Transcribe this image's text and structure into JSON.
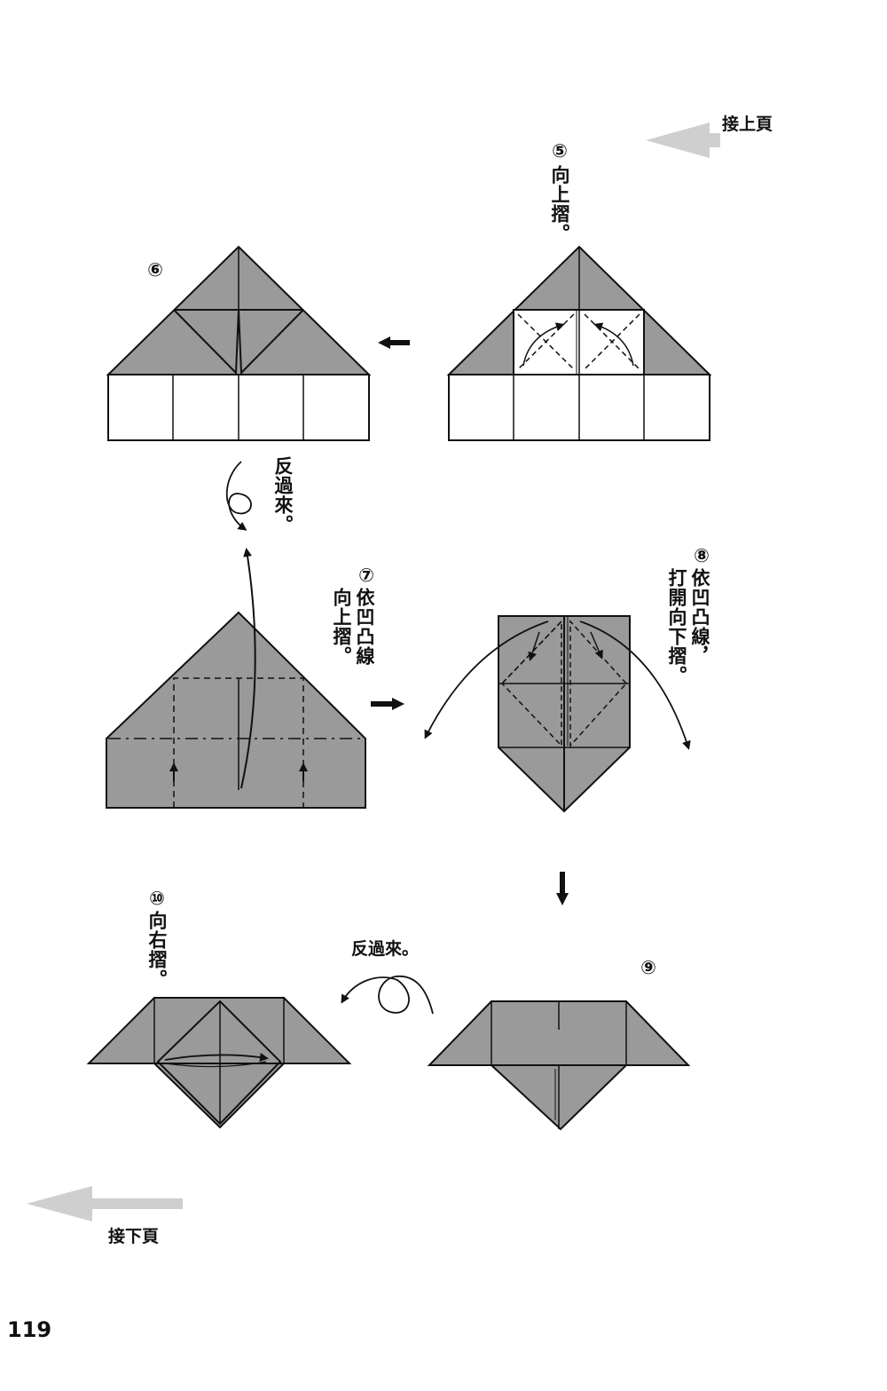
{
  "nav": {
    "prev_page": "接上頁",
    "next_page": "接下頁"
  },
  "page_number": "119",
  "steps": {
    "s5": {
      "num": "⑤",
      "text": "向上摺。"
    },
    "s6": {
      "num": "⑥"
    },
    "flip1": {
      "text": "反過來。"
    },
    "s7": {
      "num": "⑦",
      "text": "依凹凸線\n向上摺。"
    },
    "s8": {
      "num": "⑧",
      "text": "依凹凸線，\n打開向下摺。"
    },
    "s9": {
      "num": "⑨"
    },
    "flip2": {
      "text": "反過來。"
    },
    "s10": {
      "num": "⑩",
      "text": "向右摺。"
    }
  },
  "colors": {
    "paper_shade": "#9a9a9a",
    "paper_white": "#ffffff",
    "line": "#111111",
    "arrow_gray": "#cfcfcf"
  }
}
